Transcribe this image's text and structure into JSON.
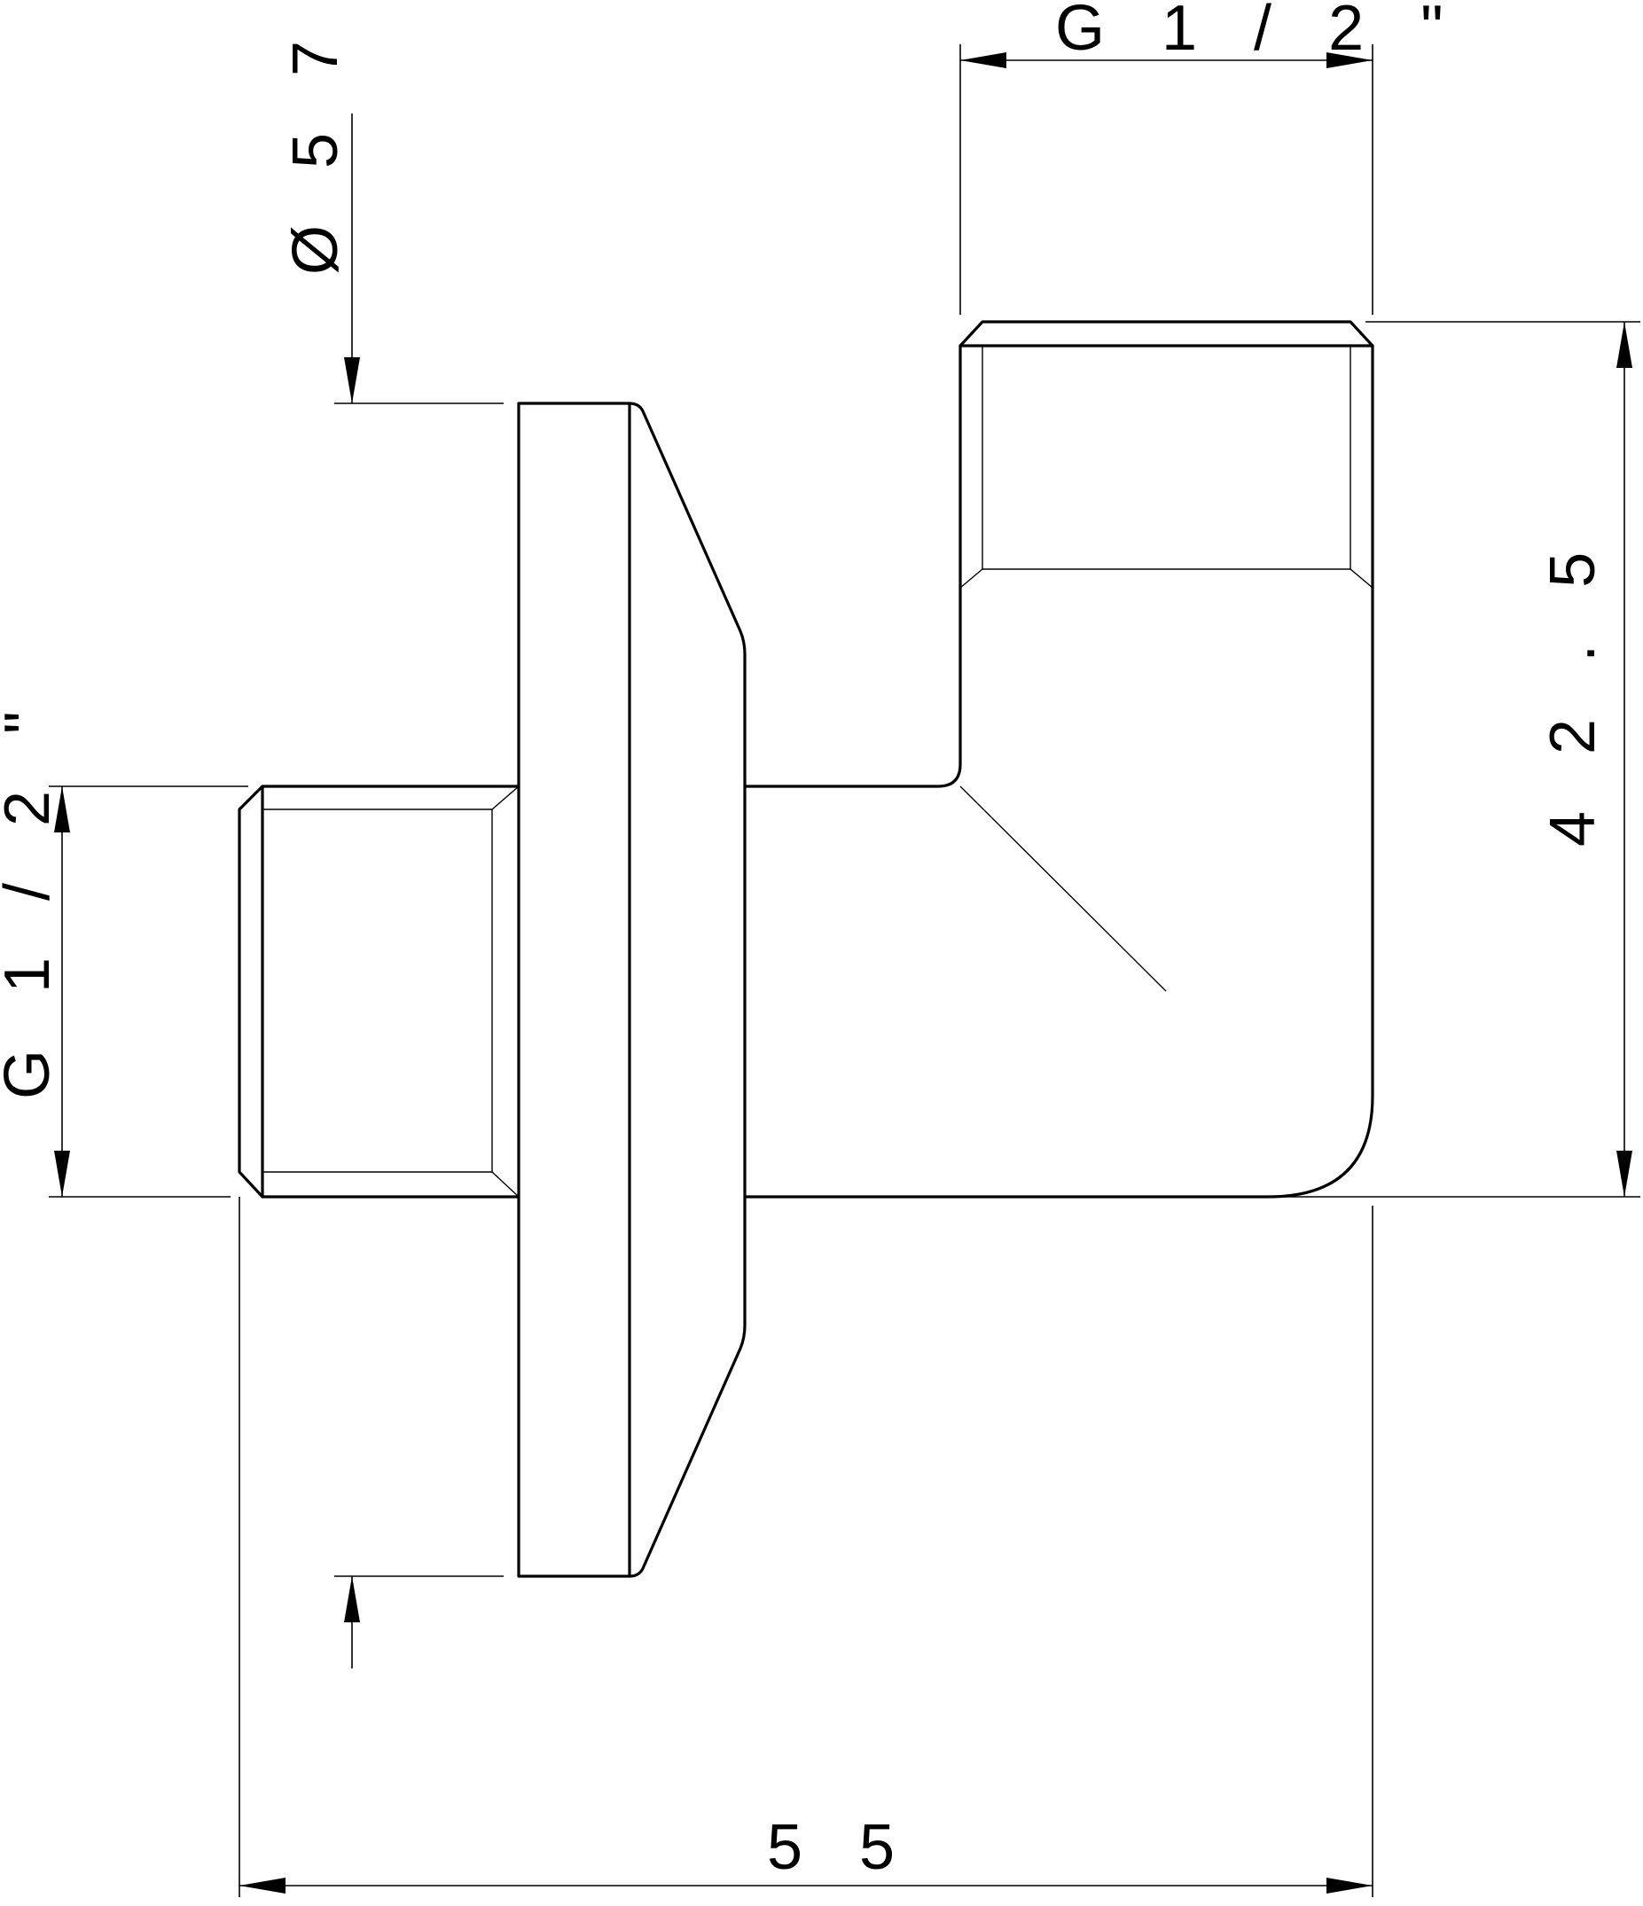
{
  "dimensions": {
    "top_thread": "G 1 / 2 \"",
    "flange_diameter": "Ø 5 7",
    "height": "4 2 . 5",
    "left_thread": "G 1 / 2 \"",
    "length": "5 5"
  },
  "colors": {
    "line": "#000000",
    "background": "#ffffff"
  }
}
